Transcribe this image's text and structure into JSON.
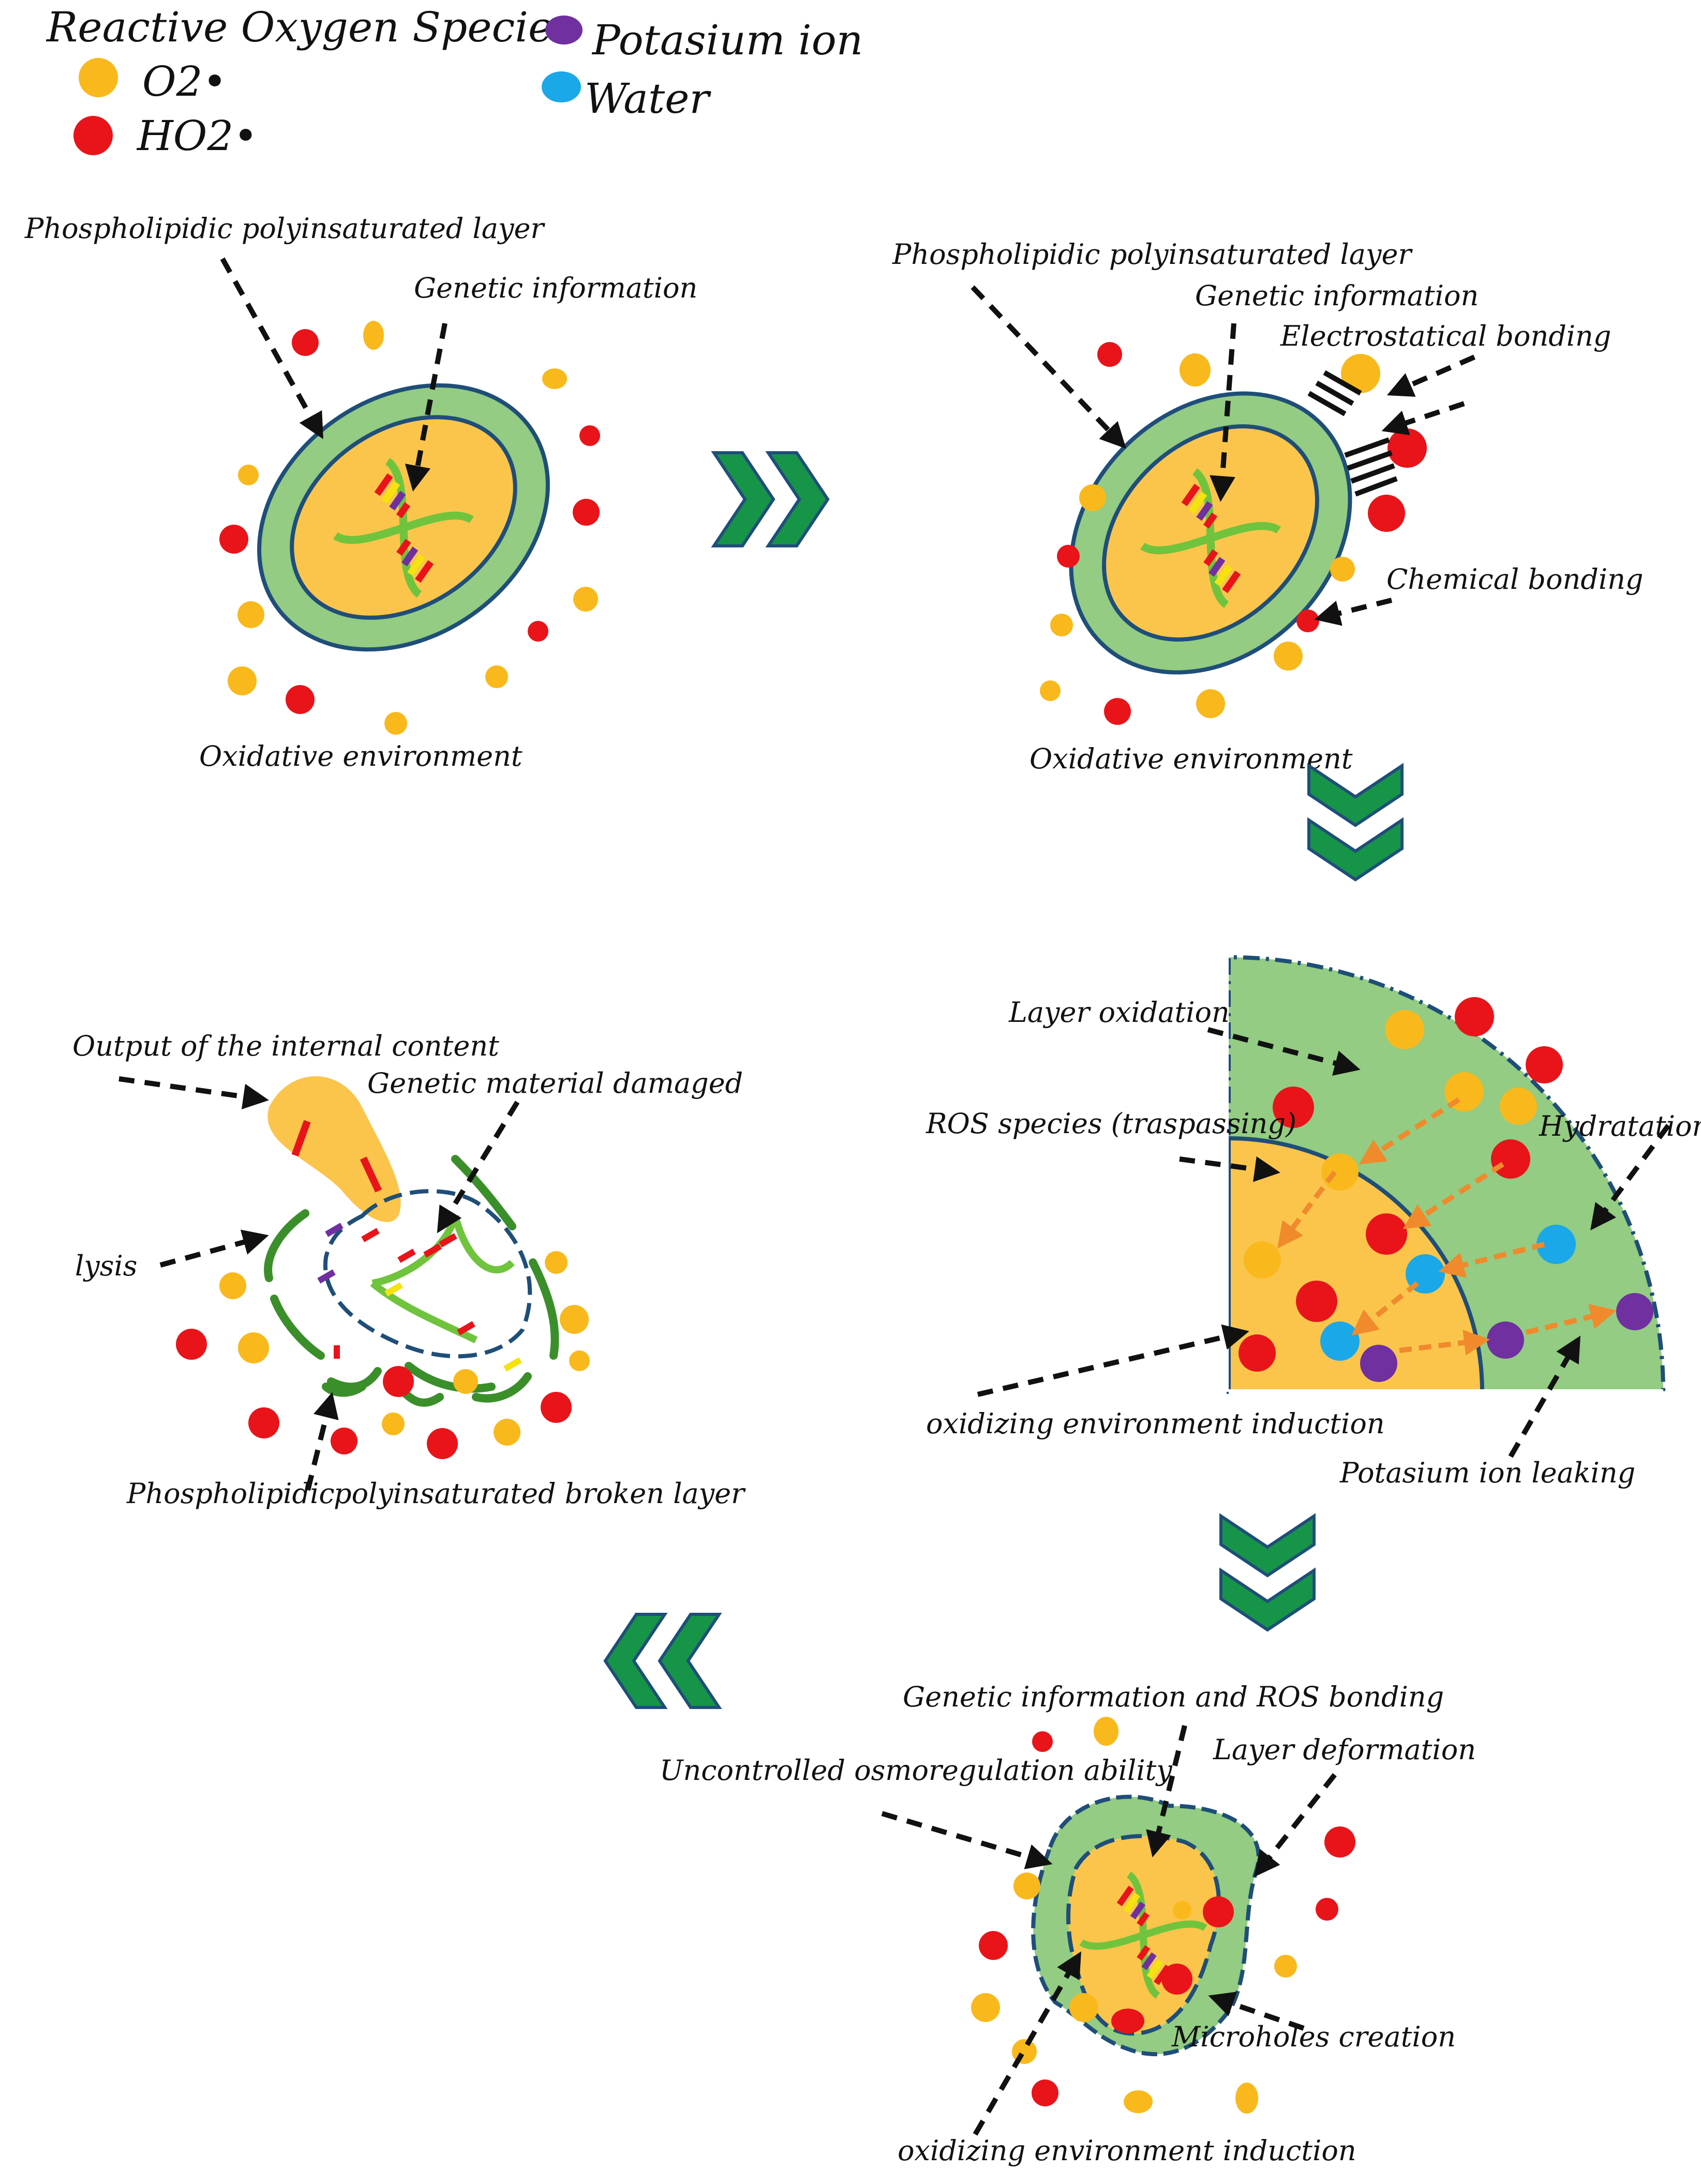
{
  "legend": {
    "ros_title": "Reactive Oxygen Species",
    "o2_label": "O2•",
    "ho2_label": "HO2•",
    "potassium_label": "Potasium ion",
    "water_label": "Water"
  },
  "panel1": {
    "layer_label": "Phospholipidic polyinsaturated layer",
    "genetic_label": "Genetic information",
    "env_label": "Oxidative environment"
  },
  "panel2": {
    "layer_label": "Phospholipidic polyinsaturated layer",
    "genetic_label": "Genetic information",
    "electrostatic_label": "Electrostatical bonding",
    "chemical_label": "Chemical bonding",
    "env_label": "Oxidative environment"
  },
  "panel3": {
    "layer_oxidation_label": "Layer oxidation",
    "ros_label": "ROS species (traspassing)",
    "hydration_label": "Hydratation",
    "induction_label": "oxidizing environment induction",
    "potassium_label": "Potasium ion leaking"
  },
  "panel4": {
    "genetic_ros_label": "Genetic information and ROS bonding",
    "osmo_label": "Uncontrolled osmoregulation ability",
    "deformation_label": "Layer deformation",
    "microholes_label": "Microholes creation",
    "induction_label": "oxidizing environment induction"
  },
  "panel5": {
    "output_label": "Output of the internal content",
    "damaged_label": "Genetic material damaged",
    "lysis_label": "lysis",
    "broken_label_a": "Phospholipidic",
    "broken_label_b": "polyinsaturated broken layer"
  },
  "colors": {
    "o2": "#f9b91c",
    "ho2": "#e8141a",
    "potassium": "#7030a0",
    "water": "#1aa8e8",
    "membrane": "#93cc82",
    "membrane_edge": "#1f4e79",
    "cytoplasm": "#fbc54c",
    "dna": "#70c43d",
    "arrow": "#169448",
    "broken_layer": "#3a8f2a",
    "orange_arrow": "#f08a2c"
  }
}
